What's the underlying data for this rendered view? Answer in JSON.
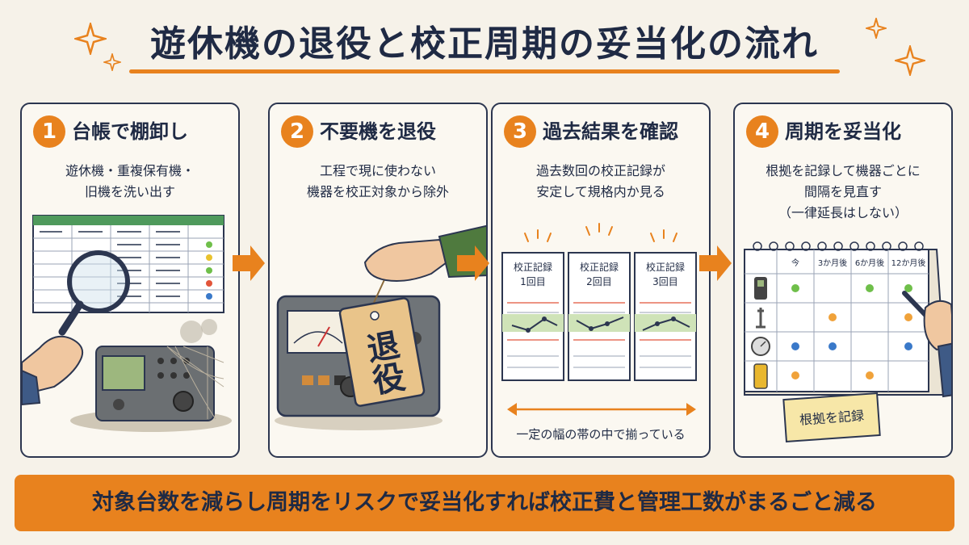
{
  "title": "遊休機の退役と校正周期の妥当化の流れ",
  "colors": {
    "accent": "#e8821e",
    "ink": "#1f2a44",
    "band": "#cfe3b8",
    "background": "#f6f2e9"
  },
  "steps": [
    {
      "number": "1",
      "title": "台帳で棚卸し",
      "lines": [
        "遊休機・重複保有機・",
        "旧機を洗い出す"
      ]
    },
    {
      "number": "2",
      "title": "不要機を退役",
      "lines": [
        "工程で現に使わない",
        "機器を校正対象から除外"
      ],
      "tag": "退役"
    },
    {
      "number": "3",
      "title": "過去結果を確認",
      "lines": [
        "過去数回の校正記録が",
        "安定して規格内か見る"
      ],
      "records": [
        {
          "line1": "校正記録",
          "line2": "1回目"
        },
        {
          "line1": "校正記録",
          "line2": "2回目"
        },
        {
          "line1": "校正記録",
          "line2": "3回目"
        }
      ],
      "band_caption": "一定の幅の帯の中で揃っている"
    },
    {
      "number": "4",
      "title": "周期を妥当化",
      "lines": [
        "根拠を記録して機器ごとに",
        "間隔を見直す",
        "（一律延長はしない）"
      ],
      "calendar_headers": [
        "今",
        "3か月後",
        "6か月後",
        "12か月後"
      ],
      "note": "根拠を記録"
    }
  ],
  "footer": "対象台数を減らし周期をリスクで妥当化すれば校正費と管理工数がまるごと減る"
}
